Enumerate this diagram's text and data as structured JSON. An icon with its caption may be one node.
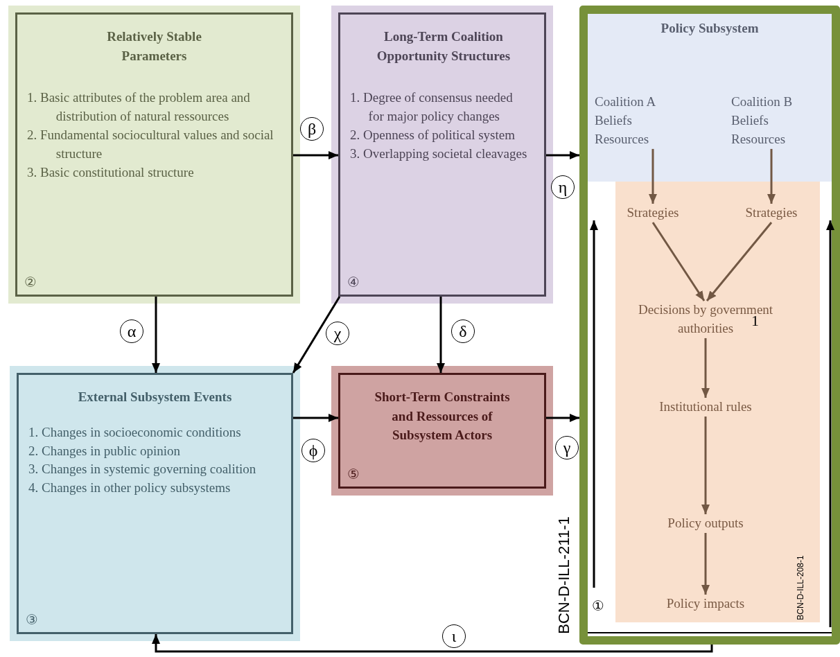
{
  "diagram": {
    "nodes": [
      {
        "text": [
          "Relatively Stable Parameters",
          "1. Basic attributes of the problem area and distribution of natural ressources",
          "2. Fundamental sociocultural values and social structure",
          "3. Basic constitutional structure",
          "②"
        ]
      },
      {
        "text": [
          "Long-Term Coalition Opportunity Structures",
          "1. Degree of consensus needed for major policy changes",
          "2. Openness of political system",
          "3. Overlapping societal cleavages",
          "④"
        ]
      },
      {
        "text": [
          "External Subsystem Events",
          "1. Changes in socioeconomic conditions",
          "2. Changes in public opinion",
          "3. Changes in systemic governing coalition",
          "4. Changes in other policy subsystems",
          "③"
        ]
      },
      {
        "text": [
          "Short-Term Constraints and Ressources of Subsystem Actors",
          "⑤"
        ]
      },
      {
        "text": [
          "Policy Subsystem",
          "①"
        ]
      },
      {
        "text": [
          "Coalition A Beliefs Resources"
        ],
        "in": 4
      },
      {
        "text": [
          "Coalition B Beliefs Resources"
        ],
        "in": 4
      },
      {
        "text": [
          "Strategies"
        ],
        "in": 4
      },
      {
        "text": [
          "Strategies"
        ],
        "in": 4
      },
      {
        "text": [
          "Decisions by government authorities"
        ],
        "in": 4
      },
      {
        "text": [
          "Institutional rules"
        ],
        "in": 4
      },
      {
        "text": [
          "Policy outputs"
        ],
        "in": 4
      },
      {
        "text": [
          "Policy impacts"
        ],
        "in": 4
      }
    ],
    "edges": [
      {
        "from": 0,
        "to": 2,
        "arrow": "to",
        "label": "α"
      },
      {
        "from": 0,
        "to": 1,
        "arrow": "to",
        "label": "β"
      },
      {
        "from": 1,
        "to": 4,
        "arrow": "to",
        "label": "η"
      },
      {
        "from": 1,
        "to": 2,
        "arrow": "to",
        "label": "χ"
      },
      {
        "from": 1,
        "to": 3,
        "arrow": "to",
        "label": "δ"
      },
      {
        "from": 2,
        "to": 3,
        "arrow": "to",
        "label": "ϕ"
      },
      {
        "from": 3,
        "to": 4,
        "arrow": "to",
        "label": "γ"
      },
      {
        "from": 4,
        "to": 2,
        "arrow": "to",
        "label": "ι"
      },
      {
        "from": 5,
        "to": 7,
        "arrow": "to",
        "color": "#725844"
      },
      {
        "from": 6,
        "to": 8,
        "arrow": "to",
        "color": "#725844"
      },
      {
        "from": 7,
        "to": 9,
        "arrow": "to",
        "color": "#725844"
      },
      {
        "from": 8,
        "to": 9,
        "arrow": "to",
        "color": "#725844"
      },
      {
        "from": 9,
        "to": 10,
        "arrow": "to",
        "color": "#725844"
      },
      {
        "from": 10,
        "to": 11,
        "arrow": "to",
        "color": "#725844"
      },
      {
        "from": 11,
        "to": 12,
        "arrow": "to",
        "color": "#725844"
      }
    ],
    "labels": [
      "1",
      "BCN-D-ILL-211-1",
      "BCN-D-ILL-208-1"
    ]
  }
}
